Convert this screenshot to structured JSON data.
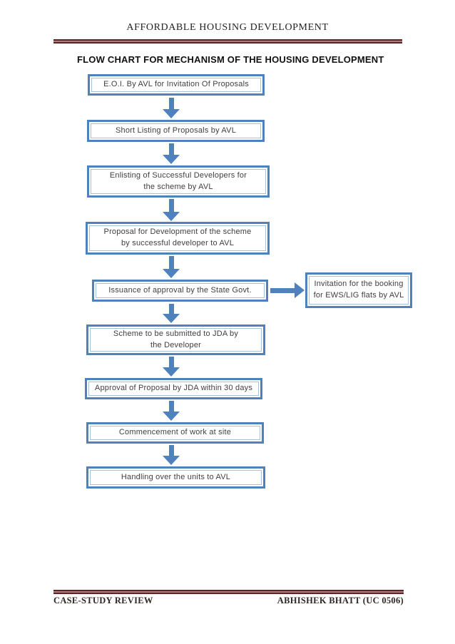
{
  "document": {
    "header": {
      "title": "AFFORDABLE HOUSING DEVELOPMENT"
    },
    "footer": {
      "left": "CASE-STUDY REVIEW",
      "right": "ABHISHEK BHATT (UC 0506)"
    }
  },
  "flowchart": {
    "title": "FLOW CHART FOR MECHANISM OF THE HOUSING DEVELOPMENT",
    "steps": [
      "E.O.I. By AVL for Invitation Of Proposals",
      "Short Listing of Proposals by AVL",
      "Enlisting of Successful Developers for the scheme by AVL",
      "Proposal for Development of the scheme by successful developer to AVL",
      "Issuance of approval by the State Govt.",
      "Scheme to be submitted to JDA by the Developer",
      "Approval of Proposal by JDA within 30 days",
      "Commencement of work at site",
      "Handling over the units to AVL"
    ],
    "side_box": "Invitation for the booking for EWS/LIG flats by AVL"
  },
  "colors": {
    "accent_blue": "#4f81bd",
    "inner_border_blue": "#a6c1de",
    "rule_maroon": "#5e2425",
    "rule_maroon_light": "#a87f7f"
  }
}
